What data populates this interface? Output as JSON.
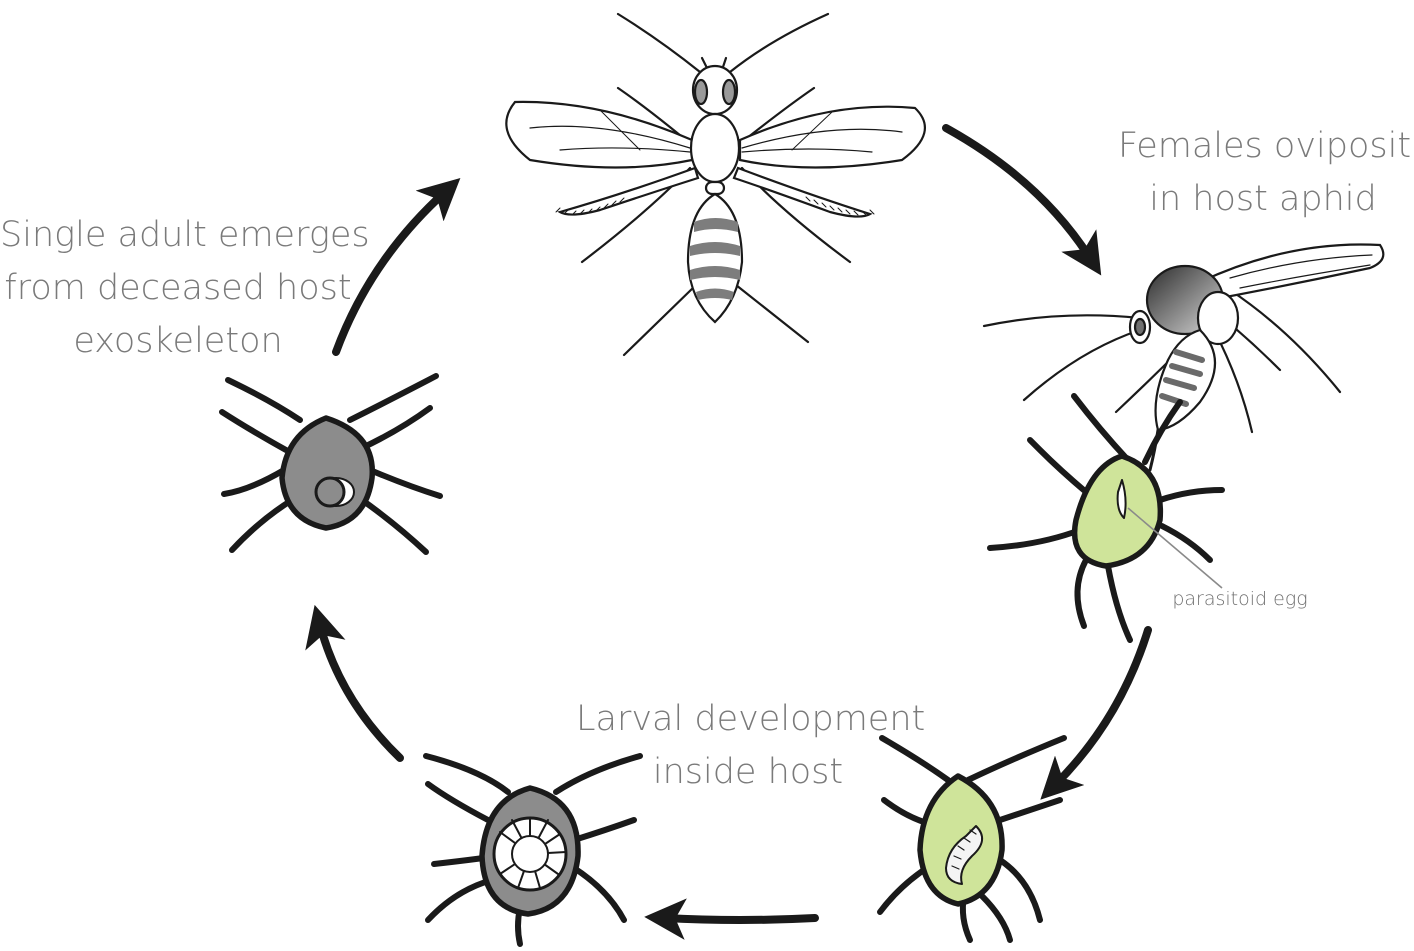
{
  "labels": {
    "oviposit": [
      "Females oviposit",
      "in host aphid"
    ],
    "larval": [
      "Larval development",
      "inside host"
    ],
    "emerge": [
      "Single adult emerges",
      "from deceased host",
      "exoskeleton"
    ],
    "egg": "parasitoid egg"
  },
  "colors": {
    "ink": "#1a1a1a",
    "label": "#7a7a7a",
    "live_aphid": "#cfe49a",
    "dead_aphid": "#8c8c8c",
    "wasp_fill": "#ffffff",
    "pointer": "#8a8a8a"
  },
  "icons": [
    "adult-wasp",
    "ovipositing-wasp",
    "aphid-with-egg",
    "aphid-with-larva",
    "mummy-with-pupa",
    "mummy-with-exit-hole",
    "cycle-arrow"
  ]
}
